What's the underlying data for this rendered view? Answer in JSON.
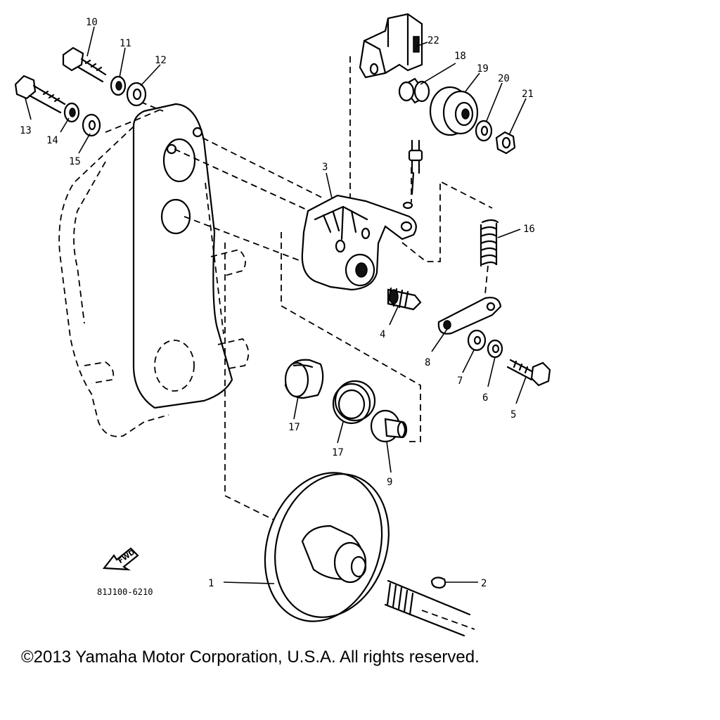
{
  "diagram": {
    "code": "81J100-6210",
    "fwd_label": "FWD",
    "callouts": {
      "p1": "1",
      "p2": "2",
      "p3": "3",
      "p4": "4",
      "p5": "5",
      "p6": "6",
      "p7": "7",
      "p8": "8",
      "p9": "9",
      "p10": "10",
      "p11": "11",
      "p12": "12",
      "p13": "13",
      "p14": "14",
      "p15": "15",
      "p16": "16",
      "p17a": "17",
      "p17b": "17",
      "p18": "18",
      "p19": "19",
      "p20": "20",
      "p21": "21",
      "p22": "22"
    }
  },
  "footer": {
    "copyright": "©2013 Yamaha Motor Corporation, U.S.A. All rights reserved."
  }
}
